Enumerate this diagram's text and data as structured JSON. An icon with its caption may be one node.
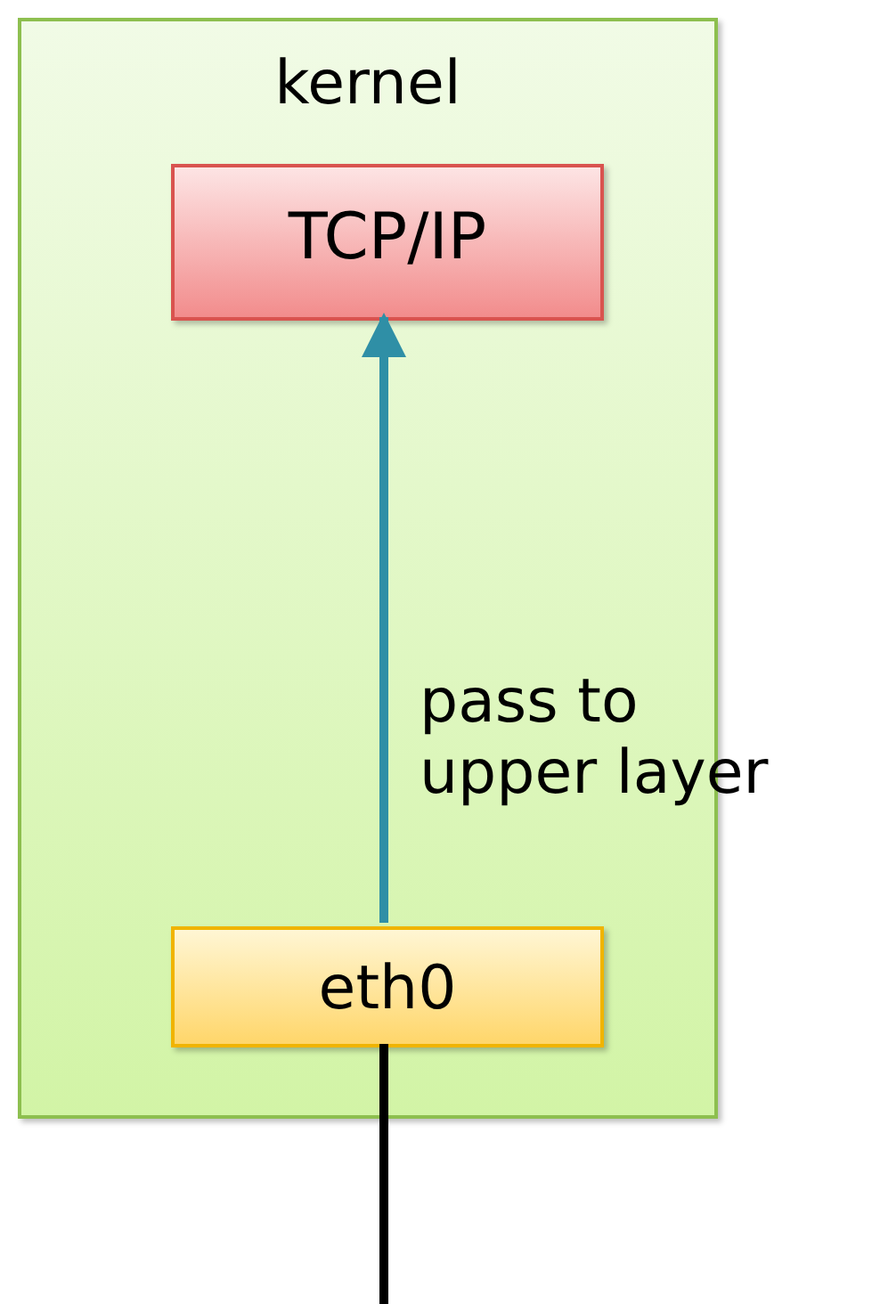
{
  "diagram": {
    "nodes": [
      {
        "text": [
          "kernel"
        ]
      },
      {
        "text": [
          "TCP/IP"
        ],
        "in": 0
      },
      {
        "text": [
          "eth0"
        ],
        "in": 0
      }
    ],
    "edges": [
      {
        "from": 2,
        "to": 1,
        "arrow": "to",
        "label": "pass to upper layer",
        "color": "#2f8fa6"
      },
      {
        "from": null,
        "to": 2,
        "arrow": "none",
        "color": "#000000"
      }
    ]
  }
}
